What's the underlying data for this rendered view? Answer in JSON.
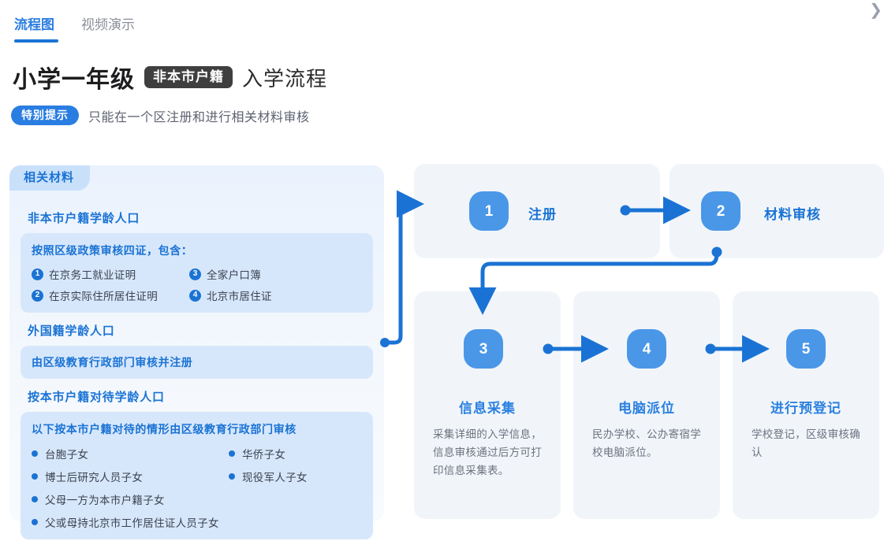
{
  "tabs": [
    {
      "label": "流程图",
      "active": true
    },
    {
      "label": "视频演示",
      "active": false
    }
  ],
  "corner": {
    "icon": "chevron-right-icon",
    "glyph": "❯"
  },
  "header": {
    "title_main": "小学一年级",
    "title_tag": "非本市户籍",
    "title_suffix": "入学流程",
    "notice_badge": "特别提示",
    "notice_text": "只能在一个区注册和进行相关材料审核"
  },
  "materials": {
    "panel_tab": "相关材料",
    "sections": [
      {
        "title": "非本市户籍学龄人口",
        "box_title": "按照区级政策审核四证，包含：",
        "numbered": [
          {
            "num": "1",
            "label": "在京务工就业证明"
          },
          {
            "num": "3",
            "label": "全家户口簿"
          },
          {
            "num": "2",
            "label": "在京实际住所居住证明"
          },
          {
            "num": "4",
            "label": "北京市居住证"
          }
        ]
      },
      {
        "title": "外国籍学龄人口",
        "box_plain": "由区级教育行政部门审核并注册"
      },
      {
        "title": "按本市户籍对待学龄人口",
        "box_title": "以下按本市户籍对待的情形由区级教育行政部门审核",
        "bullets": [
          "台胞子女",
          "华侨子女",
          "博士后研究人员子女",
          "现役军人子女",
          "父母一方为本市户籍子女",
          "",
          "父或母持北京市工作居住证人员子女",
          ""
        ]
      }
    ]
  },
  "flow": {
    "steps_top": [
      {
        "num": "1",
        "title": "注册"
      },
      {
        "num": "2",
        "title": "材料审核"
      }
    ],
    "steps_bottom": [
      {
        "num": "3",
        "title": "信息采集",
        "desc": "采集详细的入学信息，信息审核通过后方可打印信息采集表。"
      },
      {
        "num": "4",
        "title": "电脑派位",
        "desc": "民办学校、公办寄宿学校电脑派位。"
      },
      {
        "num": "5",
        "title": "进行预登记",
        "desc": "学校登记，区级审核确认"
      }
    ]
  },
  "colors": {
    "accent": "#1a73d4",
    "badge": "#4a97e8",
    "card_bg": "#f1f5fa",
    "panel_tab_bg": "#c9e0fb",
    "sec_box_bg": "#d7e7fb",
    "tag_dark": "#3f3f40"
  }
}
